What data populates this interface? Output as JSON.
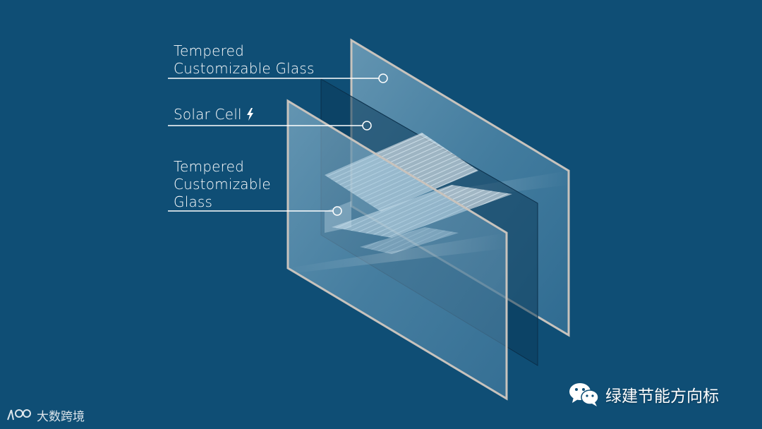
{
  "labels": {
    "top_glass_line1": "Tempered",
    "top_glass_line2": "Customizable Glass",
    "solar_cell": "Solar Cell",
    "front_glass_line1": "Tempered",
    "front_glass_line2": "Customizable",
    "front_glass_line3": "Glass"
  },
  "icons": {
    "solar_cell_icon": "lightning-bolt-icon",
    "watermark_right_icon": "wechat-icon",
    "watermark_left_icon": "logo-icon"
  },
  "watermarks": {
    "right_text": "绿建节能方向标",
    "left_text": "大数跨境"
  },
  "colors": {
    "background": "#0f4e75",
    "glass_fill": "#7fb2cf",
    "glass_edge": "#c8c3bd",
    "cell_fill": "#0b3a5a",
    "leader_line": "#ffffff"
  }
}
